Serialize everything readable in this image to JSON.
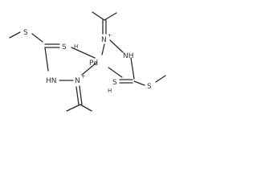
{
  "molecule": {
    "atoms": {
      "pd": "Pd",
      "s_upper_thione": "S",
      "s_upper_thioether": "S",
      "h_upper_thione": "H",
      "nh_upper": "HN",
      "n_upper_imine": "N",
      "n_upper_charge": "+",
      "s_lower_thione": "S",
      "s_lower_thioether": "S",
      "h_lower_thione": "H",
      "nh_lower": "NH",
      "n_lower_imine": "N",
      "n_lower_charge": "+"
    },
    "colors": {
      "bond": "#2b2b2b",
      "label": "#333333",
      "background": "#ffffff"
    }
  }
}
